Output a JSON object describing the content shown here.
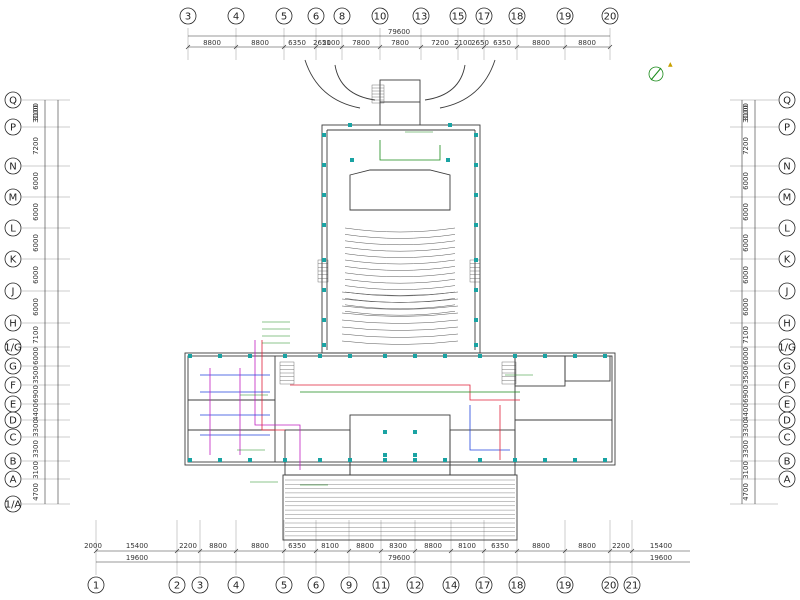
{
  "top_axes": [
    "3",
    "4",
    "5",
    "6",
    "8",
    "10",
    "13",
    "15",
    "17",
    "18",
    "19",
    "20"
  ],
  "top_dims": [
    "8800",
    "8800",
    "6350",
    "2650",
    "2100",
    "7800",
    "7800",
    "7200",
    "2100",
    "2650",
    "6350",
    "8800",
    "8800"
  ],
  "top_total": "79600",
  "bottom_axes": [
    "1",
    "2",
    "3",
    "4",
    "5",
    "6",
    "9",
    "11",
    "12",
    "14",
    "17",
    "18",
    "19",
    "20",
    "21"
  ],
  "bottom_dims_row1": [
    "2000",
    "15400",
    "2200",
    "8800",
    "8800",
    "6350",
    "8100",
    "8800",
    "8300",
    "8800",
    "8100",
    "6350",
    "8800",
    "8800",
    "2200",
    "15400"
  ],
  "bottom_dims_row2_left": "19600",
  "bottom_total": "79600",
  "bottom_dims_row2_right": "19600",
  "left_axes": [
    "Q",
    "P",
    "N",
    "M",
    "L",
    "K",
    "J",
    "H",
    "1/G",
    "G",
    "F",
    "E",
    "D",
    "C",
    "B",
    "A",
    "1/A"
  ],
  "left_dims": [
    "3100",
    "3100",
    "7200",
    "6000",
    "6000",
    "6000",
    "6000",
    "6000",
    "7100",
    "6000",
    "3500",
    "6900",
    "4400",
    "3300",
    "3300",
    "3100",
    "4700"
  ],
  "right_axes": [
    "Q",
    "P",
    "N",
    "M",
    "L",
    "K",
    "J",
    "H",
    "1/G",
    "G",
    "F",
    "E",
    "D",
    "C",
    "B",
    "A"
  ],
  "right_dims": [
    "3100",
    "3100",
    "7200",
    "6000",
    "6000",
    "6000",
    "6000",
    "6000",
    "7100",
    "6000",
    "3500",
    "6900",
    "4400",
    "3300",
    "3300",
    "3100",
    "4700"
  ],
  "colors": {
    "line": "#3c3c3c",
    "column": "#1aa3a3",
    "pipe_red": "#e0203a",
    "pipe_green": "#1a8a1a",
    "pipe_magenta": "#c020c0",
    "pipe_blue": "#2244dd"
  },
  "north_icon": "north-arrow-icon"
}
